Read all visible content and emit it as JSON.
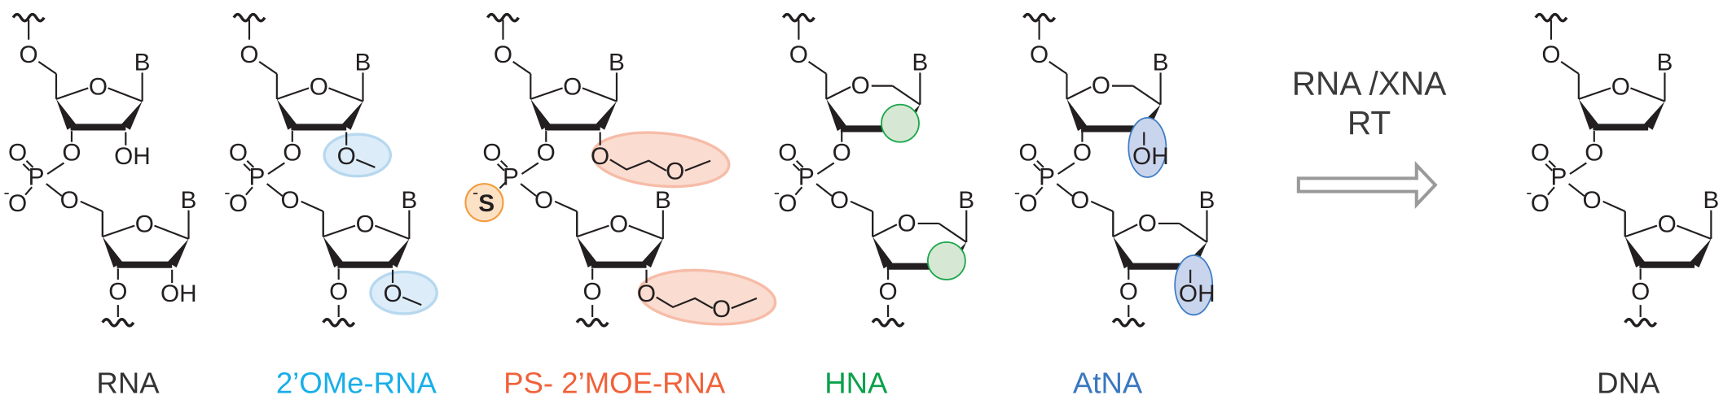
{
  "atom_labels": {
    "oxygen": "O",
    "phosphorus": "P",
    "base": "B",
    "hydroxyl": "OH",
    "sulfur": "S",
    "charge": "-"
  },
  "reaction": {
    "line1": "RNA /XNA",
    "line2": "RT",
    "arrow_color": "#9a9a9a"
  },
  "units": [
    {
      "id": "rna",
      "label": "RNA",
      "color": "#333333",
      "ring": "furanose",
      "sub": "OH",
      "linkage": "PO"
    },
    {
      "id": "ome",
      "label": "2’OMe-RNA",
      "color": "#19aee8",
      "ring": "furanose",
      "sub": "OMe",
      "linkage": "PO",
      "highlight_fill": "#dcedf9",
      "highlight_stroke": "#b7d8ef"
    },
    {
      "id": "moe",
      "label": "PS- 2’MOE-RNA",
      "color": "#f0613a",
      "ring": "furanose",
      "sub": "MOE",
      "linkage": "PS",
      "highlight_fill": "#fbdcd0",
      "highlight_stroke": "#f6bca8",
      "s_fill": "#fde1c4",
      "s_stroke": "#f39a3a",
      "s_text": "#c28348"
    },
    {
      "id": "hna",
      "label": "HNA",
      "color": "#0aa14b",
      "ring": "pyranose",
      "sub": "none",
      "linkage": "PO",
      "highlight_fill": "#d6e8d4",
      "highlight_stroke": "#1aa64a"
    },
    {
      "id": "atna",
      "label": "AtNA",
      "color": "#3a78bf",
      "ring": "pyranose",
      "sub": "OH",
      "linkage": "PO",
      "highlight_fill": "#c9d5ec",
      "highlight_stroke": "#3f7dc4"
    },
    {
      "id": "dna",
      "label": "DNA",
      "color": "#333333",
      "ring": "furanose",
      "sub": "none",
      "linkage": "PO"
    }
  ]
}
